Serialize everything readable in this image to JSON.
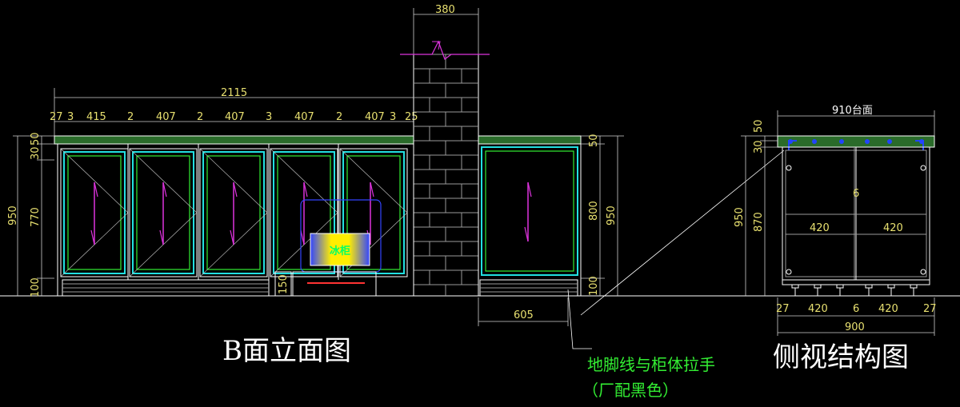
{
  "front_view": {
    "title": "B面立面图",
    "top_dims": [
      "27",
      "3",
      "415",
      "2",
      "407",
      "2",
      "407",
      "3",
      "407",
      "2",
      "407",
      "3",
      "25"
    ],
    "overall_width": "2115",
    "column_width": "380",
    "side_cabinet_width": "605",
    "left_heights": {
      "total": "950",
      "top_a": "30",
      "top_b": "50",
      "door": "770",
      "base": "100"
    },
    "right_heights": {
      "top": "50",
      "door": "800",
      "base": "100",
      "total": "950"
    },
    "center_small": "150",
    "fridge_label": "冰柜"
  },
  "side_view": {
    "title": "侧视结构图",
    "countertop": "910台面",
    "left_heights": {
      "top_a": "50",
      "top_b": "30",
      "body": "870",
      "total": "950"
    },
    "center_mark": "6",
    "inner_widths": [
      "420",
      "420"
    ],
    "bottom_dims": [
      "27",
      "420",
      "6",
      "420",
      "27"
    ],
    "overall_width": "900"
  },
  "note": {
    "line1": "地脚线与柜体拉手",
    "line2": "（厂配黑色）"
  },
  "colors": {
    "dimension_text": "#e8e070",
    "note_text": "#33ee33",
    "door_frame": "#22e0e0",
    "door_inner": "#33ee33",
    "handle": "#dd33dd",
    "countertop": "#2a6b2a"
  }
}
